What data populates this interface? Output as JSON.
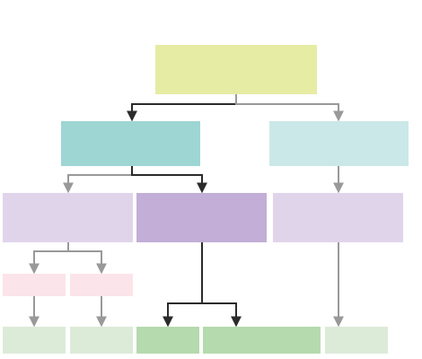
{
  "diagram": {
    "type": "tree",
    "nodes": [
      {
        "id": "root",
        "label": "",
        "color": "#e6eca4",
        "emphasis": true
      },
      {
        "id": "level1-left",
        "label": "",
        "color": "#9ed6d4",
        "emphasis": true
      },
      {
        "id": "level1-right",
        "label": "",
        "color": "#cbe8e8",
        "emphasis": false
      },
      {
        "id": "level2-left",
        "label": "",
        "color": "#e0d4ea",
        "emphasis": false
      },
      {
        "id": "level2-center",
        "label": "",
        "color": "#c2aed6",
        "emphasis": true
      },
      {
        "id": "level2-right",
        "label": "",
        "color": "#e0d4ea",
        "emphasis": false
      },
      {
        "id": "level3-pink-left",
        "label": "",
        "color": "#fbe4ea",
        "emphasis": false
      },
      {
        "id": "level3-pink-right",
        "label": "",
        "color": "#fbe4ea",
        "emphasis": false
      },
      {
        "id": "leaf-1",
        "label": "",
        "color": "#dcebd8",
        "emphasis": false
      },
      {
        "id": "leaf-2",
        "label": "",
        "color": "#dcebd8",
        "emphasis": false
      },
      {
        "id": "leaf-3",
        "label": "",
        "color": "#b5daae",
        "emphasis": true
      },
      {
        "id": "leaf-4",
        "label": "",
        "color": "#b5daae",
        "emphasis": true
      },
      {
        "id": "leaf-5",
        "label": "",
        "color": "#dcebd8",
        "emphasis": false
      }
    ],
    "edges": [
      {
        "from": "root",
        "to": "level1-left",
        "emphasis": true
      },
      {
        "from": "root",
        "to": "level1-right",
        "emphasis": false
      },
      {
        "from": "level1-left",
        "to": "level2-left",
        "emphasis": false
      },
      {
        "from": "level1-left",
        "to": "level2-center",
        "emphasis": true
      },
      {
        "from": "level1-right",
        "to": "level2-right",
        "emphasis": false
      },
      {
        "from": "level2-left",
        "to": "level3-pink-left",
        "emphasis": false
      },
      {
        "from": "level2-left",
        "to": "level3-pink-right",
        "emphasis": false
      },
      {
        "from": "level3-pink-left",
        "to": "leaf-1",
        "emphasis": false
      },
      {
        "from": "level3-pink-right",
        "to": "leaf-2",
        "emphasis": false
      },
      {
        "from": "level2-center",
        "to": "leaf-3",
        "emphasis": true
      },
      {
        "from": "level2-center",
        "to": "leaf-4",
        "emphasis": true
      },
      {
        "from": "level2-right",
        "to": "leaf-5",
        "emphasis": false
      }
    ],
    "colors": {
      "edge_emphasis": "#2b2b2b",
      "edge_muted": "#999999"
    }
  }
}
